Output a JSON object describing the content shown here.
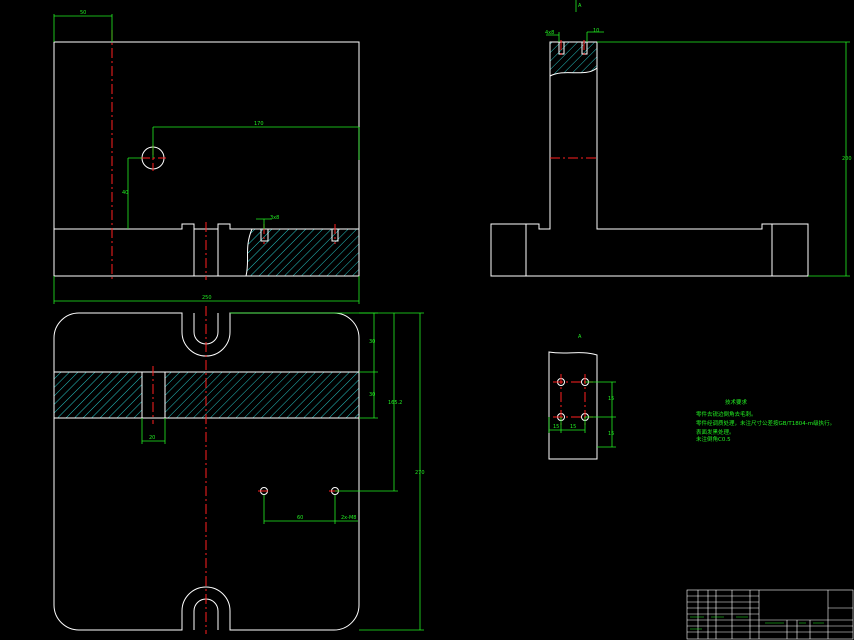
{
  "colors": {
    "background": "#000000",
    "outline": "#ffffff",
    "centerline": "#ff2020",
    "dimension": "#22ee22",
    "hatch": "#27c4c4"
  },
  "dimensions": {
    "front_view": {
      "top_width": "50",
      "hole_offset": "170",
      "hole_height": "40",
      "slot_detail": "3x8",
      "overall_width": "250"
    },
    "side_view": {
      "top_left": "4x8",
      "top_right": "10",
      "height": "200",
      "top_mark": "A"
    },
    "plan_view": {
      "slot_1": "30",
      "slot_2": "30",
      "inner_height": "165.2",
      "overall_height": "270",
      "slot_width": "20",
      "hole_spacing": "60",
      "hole_spec": "2x-M8"
    },
    "detail_view": {
      "label": "A",
      "v1": "15",
      "v2": "15",
      "h1": "15",
      "h2": "15"
    }
  },
  "tech_notes": {
    "title": "技术要求",
    "lines": [
      "零件去锐边倒角去毛刺。",
      "零件经调质处理，未注尺寸公差按GB/T1804-m级执行。",
      "表面发黑处理。",
      "未注倒角C0.5"
    ]
  },
  "title_block": {
    "cells": [
      "",
      "",
      "",
      "",
      ""
    ]
  }
}
